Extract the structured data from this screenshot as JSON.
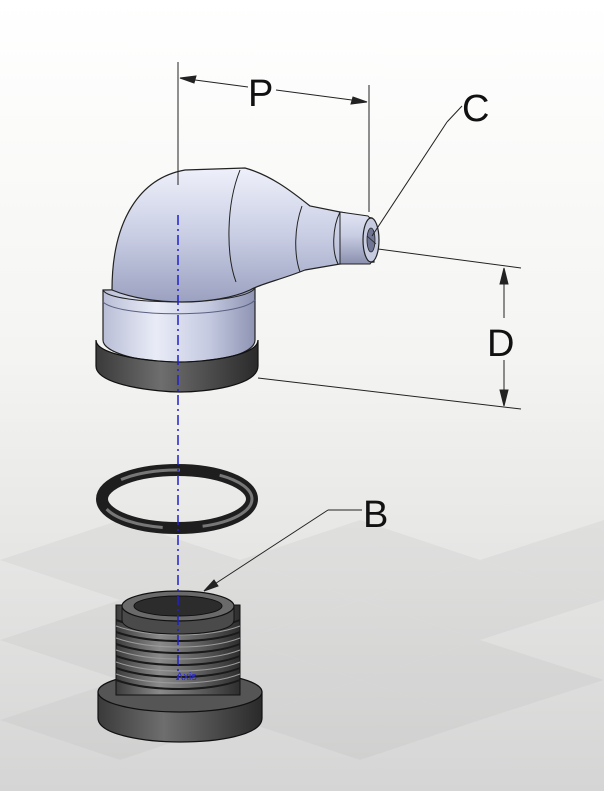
{
  "labels": {
    "p": "P",
    "c": "C",
    "d": "D",
    "b": "B"
  },
  "axis_note": "Axis",
  "colors": {
    "background_top": "#ffffff",
    "background_bottom": "#d9d9d9",
    "dimension_line": "#222222",
    "axis_line": "#2020cc",
    "elbow_light": "#e6e9f5",
    "elbow_mid": "#aeb4cf",
    "elbow_dark": "#7b82a3",
    "rubber_light": "#7a7a7a",
    "rubber_dark": "#2a2a2a"
  }
}
